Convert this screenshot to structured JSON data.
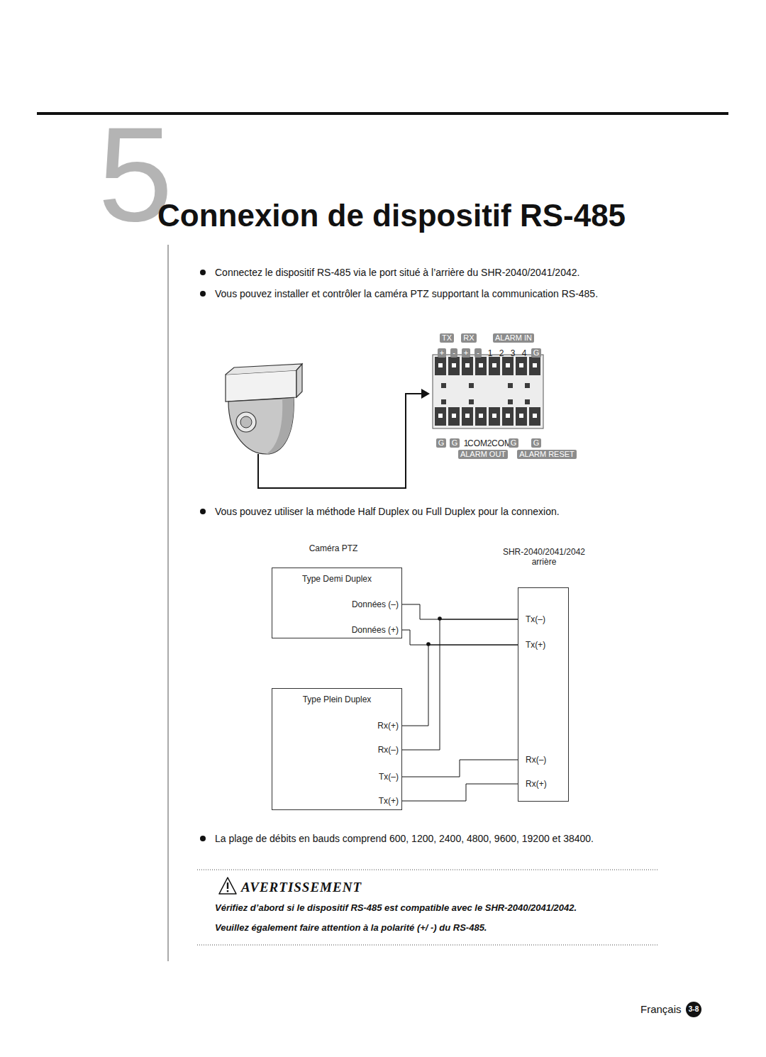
{
  "diagram": {
    "title": "Connexion de dispositif RS-485",
    "nodes": [
      {
        "text": [
          "Type Demi Duplex",
          "Données (–)",
          "Données (+)"
        ]
      },
      {
        "text": [
          "Type Plein Duplex",
          "Rx(+)",
          "Rx(–)",
          "Tx(–)",
          "Tx(+)"
        ]
      },
      {
        "text": [
          "SHR-2040/2041/2042 arrière",
          "Tx(–)",
          "Tx(+)",
          "Rx(–)",
          "Rx(+)"
        ]
      }
    ],
    "edges": [
      {
        "from": 0,
        "to": 2,
        "arrow": "none"
      },
      {
        "from": 0,
        "to": 2,
        "arrow": "none"
      },
      {
        "from": 1,
        "to": 2,
        "arrow": "none"
      },
      {
        "from": 1,
        "to": 2,
        "arrow": "none"
      },
      {
        "from": 1,
        "to": 2,
        "arrow": "none"
      },
      {
        "from": 1,
        "to": 2,
        "arrow": "none"
      }
    ],
    "labels": [
      "5",
      "Connectez le dispositif RS-485 via le port situé à l’arrière du SHR-2040/2041/2042.",
      "Vous pouvez installer et contrôler la caméra PTZ supportant la communication RS-485.",
      "TX",
      "RX",
      "ALARM IN",
      "+",
      "-",
      "+",
      "-",
      "1",
      "2",
      "3",
      "4",
      "G",
      "G",
      "G",
      "1",
      "COM",
      "2",
      "COM",
      "G",
      "G",
      "ALARM OUT",
      "ALARM RESET",
      "Vous pouvez utiliser la méthode Half Duplex ou Full Duplex pour la connexion.",
      "Caméra PTZ",
      "La plage de débits en bauds comprend 600, 1200, 2400, 4800, 9600, 19200 et 38400.",
      "AVERTISSEMENT",
      "Vérifiez d’abord si le dispositif RS-485 est compatible avec le SHR-2040/2041/2042.",
      "Veuillez également faire attention à la polarité (+/ -) du RS-485.",
      "Français",
      "3-8"
    ]
  }
}
